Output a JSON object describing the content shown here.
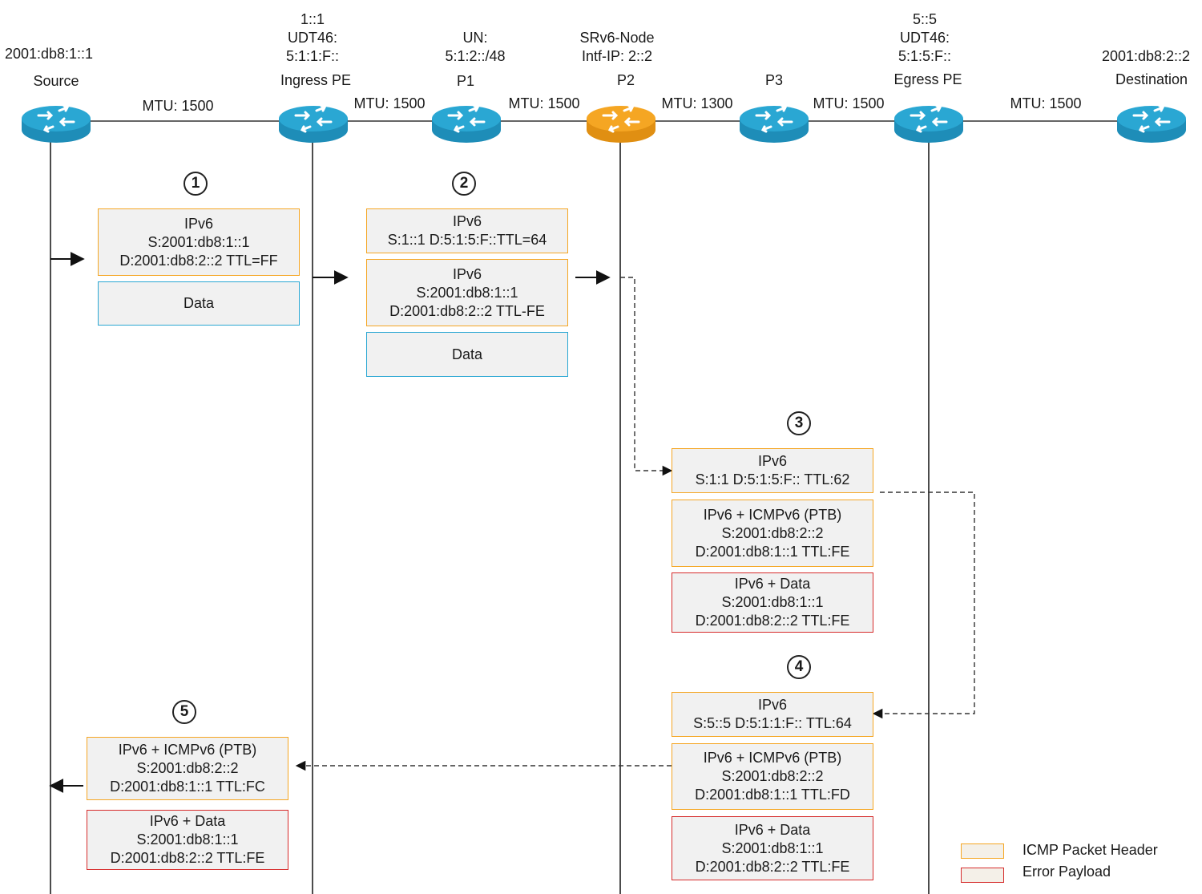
{
  "nodes": [
    {
      "id": "source",
      "name": "Source",
      "address": "2001:db8:1::1",
      "role": "",
      "color": "#2aa7d3"
    },
    {
      "id": "ingress-pe",
      "name": "Ingress PE",
      "address": "1::1",
      "role": "UDT46:",
      "sid": "5:1:1:F::",
      "color": "#2aa7d3"
    },
    {
      "id": "p1",
      "name": "P1",
      "address": "",
      "role": "UN:",
      "sid": "5:1:2::/48",
      "color": "#2aa7d3"
    },
    {
      "id": "p2",
      "name": "P2",
      "address": "",
      "role": "SRv6-Node",
      "sid": "Intf-IP: 2::2",
      "color": "#f5a623"
    },
    {
      "id": "p3",
      "name": "P3",
      "address": "",
      "role": "",
      "sid": "",
      "color": "#2aa7d3"
    },
    {
      "id": "egress-pe",
      "name": "Egress PE",
      "address": "5::5",
      "role": "UDT46:",
      "sid": "5:1:5:F::",
      "color": "#2aa7d3"
    },
    {
      "id": "destination",
      "name": "Destination",
      "address": "2001:db8:2::2",
      "role": "",
      "sid": "",
      "color": "#2aa7d3"
    }
  ],
  "links": [
    {
      "label": "MTU: 1500"
    },
    {
      "label": "MTU: 1500"
    },
    {
      "label": "MTU: 1500"
    },
    {
      "label": "MTU: 1300"
    },
    {
      "label": "MTU: 1500"
    },
    {
      "label": "MTU: 1500"
    }
  ],
  "steps": [
    "1",
    "2",
    "3",
    "4",
    "5"
  ],
  "packets": {
    "p1_hdr": {
      "kind": "header",
      "lines": [
        "IPv6",
        "S:2001:db8:1::1",
        "D:2001:db8:2::2 TTL=FF"
      ]
    },
    "p1_data": {
      "kind": "data",
      "lines": [
        "Data"
      ]
    },
    "p2_outer": {
      "kind": "header",
      "lines": [
        "IPv6",
        "S:1::1 D:5:1:5:F::TTL=64"
      ]
    },
    "p2_inner": {
      "kind": "header",
      "lines": [
        "IPv6",
        "S:2001:db8:1::1",
        "D:2001:db8:2::2 TTL-FE"
      ]
    },
    "p2_data": {
      "kind": "data",
      "lines": [
        "Data"
      ]
    },
    "p3_outer": {
      "kind": "header",
      "lines": [
        "IPv6",
        "S:1:1 D:5:1:5:F:: TTL:62"
      ]
    },
    "p3_icmp": {
      "kind": "header",
      "lines": [
        "IPv6 + ICMPv6 (PTB)",
        "S:2001:db8:2::2",
        "D:2001:db8:1::1 TTL:FE"
      ]
    },
    "p3_err": {
      "kind": "error",
      "lines": [
        "IPv6 + Data",
        "S:2001:db8:1::1",
        "D:2001:db8:2::2 TTL:FE"
      ]
    },
    "p4_outer": {
      "kind": "header",
      "lines": [
        "IPv6",
        "S:5::5 D:5:1:1:F:: TTL:64"
      ]
    },
    "p4_icmp": {
      "kind": "header",
      "lines": [
        "IPv6 + ICMPv6 (PTB)",
        "S:2001:db8:2::2",
        "D:2001:db8:1::1 TTL:FD"
      ]
    },
    "p4_err": {
      "kind": "error",
      "lines": [
        "IPv6 + Data",
        "S:2001:db8:1::1",
        "D:2001:db8:2::2 TTL:FE"
      ]
    },
    "p5_icmp": {
      "kind": "header",
      "lines": [
        "IPv6 + ICMPv6 (PTB)",
        "S:2001:db8:2::2",
        "D:2001:db8:1::1 TTL:FC"
      ]
    },
    "p5_err": {
      "kind": "error",
      "lines": [
        "IPv6 + Data",
        "S:2001:db8:1::1",
        "D:2001:db8:2::2 TTL:FE"
      ]
    }
  },
  "legend": [
    {
      "label": "ICMP Packet Header",
      "color": "#f5a623"
    },
    {
      "label": "Error Payload",
      "color": "#d62b2b"
    }
  ],
  "colors": {
    "header_border": "#f5a623",
    "data_border": "#2aa7d3",
    "error_border": "#d62b2b",
    "router_blue": "#2aa7d3",
    "router_orange": "#f5a623"
  }
}
